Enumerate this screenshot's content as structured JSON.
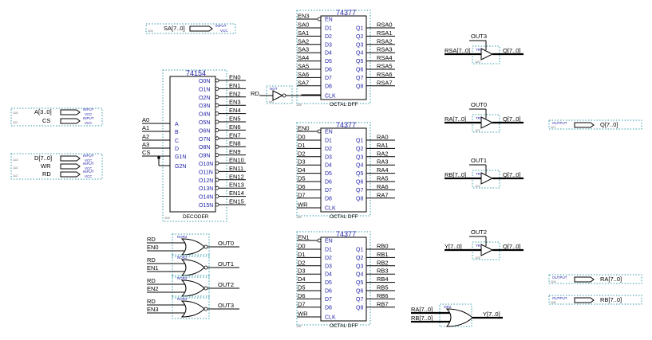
{
  "io_pins": {
    "sa": {
      "label": "SA[7..0]",
      "kind": "INPUT",
      "sub": "VCC",
      "num": "104"
    },
    "a": {
      "label": "A[3..0]",
      "kind": "INPUT",
      "sub": "VCC",
      "num": "110"
    },
    "cs": {
      "label": "CS",
      "kind": "INPUT",
      "sub": "VCC",
      "num": "111"
    },
    "d": {
      "label": "D[7..0]",
      "kind": "INPUT",
      "sub": "VCC",
      "num": "114"
    },
    "wr": {
      "label": "WR",
      "kind": "INPUT",
      "sub": "VCC",
      "num": "113"
    },
    "rd": {
      "label": "RD",
      "kind": "INPUT",
      "sub": "VCC",
      "num": "112"
    },
    "q": {
      "label": "Q[7..0]",
      "kind": "OUTPUT",
      "num": "117"
    },
    "ra": {
      "label": "RA[7..0]",
      "kind": "OUTPUT",
      "num": "119"
    },
    "rb": {
      "label": "RB[7..0]",
      "kind": "OUTPUT",
      "num": "118"
    }
  },
  "decoder": {
    "title": "74154",
    "footer": "DECODER",
    "num": "109",
    "inputs": [
      {
        "pin": "A",
        "net": "A0"
      },
      {
        "pin": "B",
        "net": "A1"
      },
      {
        "pin": "C",
        "net": "A2"
      },
      {
        "pin": "D",
        "net": "A3"
      },
      {
        "pin": "G1N",
        "net": "CS"
      },
      {
        "pin": "G2N",
        "net": ""
      }
    ],
    "outputs": [
      "O0N",
      "O1N",
      "O2N",
      "O3N",
      "O4N",
      "O5N",
      "O6N",
      "O7N",
      "O8N",
      "O9N",
      "O10N",
      "O11N",
      "O12N",
      "O13N",
      "O14N",
      "O15N"
    ],
    "nets": [
      "EN0",
      "EN1",
      "EN2",
      "EN3",
      "EN4",
      "EN5",
      "EN6",
      "EN7",
      "EN8",
      "EN9",
      "EN10",
      "EN11",
      "EN12",
      "EN13",
      "EN14",
      "EN15"
    ]
  },
  "rd_not": {
    "net": "RD",
    "label": "NOT",
    "num": "130"
  },
  "dffs": [
    {
      "title": "74377",
      "footer": "OCTAL DFF",
      "num": "105",
      "en": "EN3",
      "clk": "",
      "inputs": [
        "SA0",
        "SA1",
        "SA2",
        "SA3",
        "SA4",
        "SA5",
        "SA6",
        "SA7"
      ],
      "outputs": [
        "RSA0",
        "RSA1",
        "RSA2",
        "RSA3",
        "RSA4",
        "RSA5",
        "RSA6",
        "RSA7"
      ]
    },
    {
      "title": "74377",
      "footer": "OCTAL DFF",
      "num": "115",
      "en": "EN0",
      "clk": "WR",
      "inputs": [
        "D0",
        "D1",
        "D2",
        "D3",
        "D4",
        "D5",
        "D6",
        "D7"
      ],
      "outputs": [
        "RA0",
        "RA1",
        "RA2",
        "RA3",
        "RA4",
        "RA5",
        "RA6",
        "RA7"
      ]
    },
    {
      "title": "74377",
      "footer": "OCTAL DFF",
      "num": "116",
      "en": "EN1",
      "clk": "WR",
      "inputs": [
        "D0",
        "D1",
        "D2",
        "D3",
        "D4",
        "D5",
        "D6",
        "D7"
      ],
      "outputs": [
        "RB0",
        "RB1",
        "RB2",
        "RB3",
        "RB4",
        "RB5",
        "RB6",
        "RB7"
      ]
    }
  ],
  "dff_pins": {
    "en": "EN",
    "clk": "CLK",
    "d": [
      "D1",
      "D2",
      "D3",
      "D4",
      "D5",
      "D6",
      "D7",
      "D8"
    ],
    "q": [
      "Q1",
      "Q2",
      "Q3",
      "Q4",
      "Q5",
      "Q6",
      "Q7",
      "Q8"
    ]
  },
  "nor_gates": [
    {
      "label": "NOR2",
      "in1": "RD",
      "in2": "EN0",
      "out": "OUT0"
    },
    {
      "label": "NOR2",
      "in1": "RD",
      "in2": "EN1",
      "out": "OUT1"
    },
    {
      "label": "NOR2",
      "in1": "RD",
      "in2": "EN2",
      "out": "OUT2"
    },
    {
      "label": "NOR2",
      "in1": "RD",
      "in2": "EN3",
      "out": "OUT3"
    }
  ],
  "tri_buffers": [
    {
      "ctrl": "OUT3",
      "in": "RSA[7..0]",
      "out": "Q[7..0]",
      "label": "TRI",
      "num": "120"
    },
    {
      "ctrl": "OUT0",
      "in": "RA[7..0]",
      "out": "Q[7..0]",
      "label": "TRI",
      "num": "121"
    },
    {
      "ctrl": "OUT1",
      "in": "RB[7..0]",
      "out": "Q[7..0]",
      "label": "TRI",
      "num": "122"
    },
    {
      "ctrl": "OUT2",
      "in": "Y[7..0]",
      "out": "Q[7..0]",
      "label": "TRI",
      "num": "125"
    }
  ],
  "or_gate": {
    "label": "OR2",
    "in1": "RA[7..0]",
    "in2": "RB[7..0]",
    "out": "Y[7..0]"
  }
}
